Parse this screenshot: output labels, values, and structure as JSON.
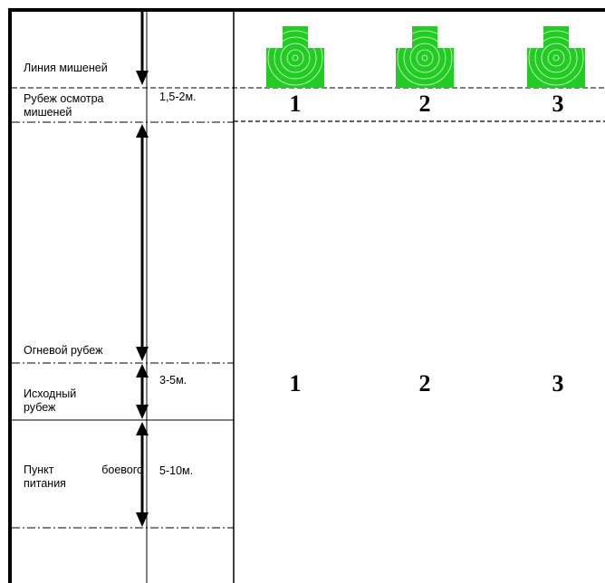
{
  "colors": {
    "target": "#22cc22",
    "ring": "#ffffff",
    "line": "#000000"
  },
  "labels": {
    "target_line": "Линия мишеней",
    "inspection_line": "Рубеж осмотра мишеней",
    "firing_line": "Огневой рубеж",
    "start_line": "Исходный рубеж",
    "supply_point_word1": "Пункт",
    "supply_point_word2": "боевого",
    "supply_point_word3": "питания"
  },
  "distances": {
    "inspection": "1,5-2м.",
    "start": "3-5м.",
    "supply": "5-10м."
  },
  "targets": [
    {
      "number": "1",
      "icon": "target-icon"
    },
    {
      "number": "2",
      "icon": "target-icon"
    },
    {
      "number": "3",
      "icon": "target-icon"
    }
  ],
  "lane_numbers_top": [
    "1",
    "2",
    "3"
  ],
  "lane_numbers_bottom": [
    "1",
    "2",
    "3"
  ]
}
